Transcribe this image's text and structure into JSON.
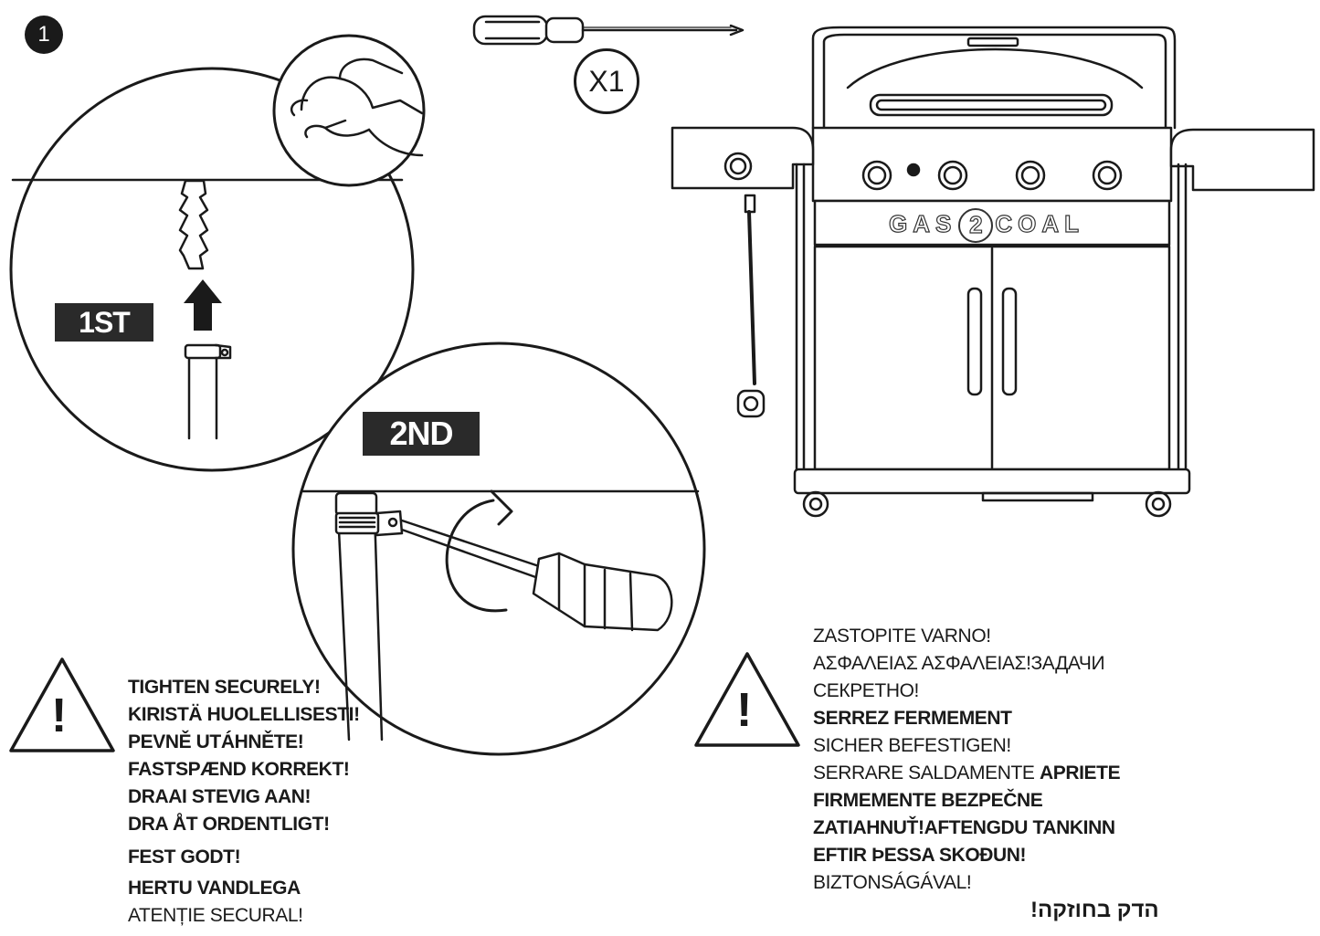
{
  "step": {
    "number": "1"
  },
  "tool": {
    "name": "screwdriver-icon",
    "quantity": "X1"
  },
  "detail": {
    "first_label": "1ST",
    "second_label": "2ND"
  },
  "grill": {
    "brand": {
      "left": "GAS",
      "mid": "2",
      "right": "COAL"
    }
  },
  "warnings_left": [
    {
      "text": "TIGHTEN SECURELY!",
      "weight": "bold"
    },
    {
      "text": "KIRISTÄ HUOLELLISESTI!",
      "weight": "bold"
    },
    {
      "text": "PEVNĚ UTÁHNĚTE!",
      "weight": "bold"
    },
    {
      "text": "FASTSPÆND KORREKT!",
      "weight": "bold"
    },
    {
      "text": "DRAAI STEVIG AAN!",
      "weight": "bold"
    },
    {
      "text": "DRA ÅT ORDENTLIGT!",
      "weight": "bold"
    },
    {
      "text": "FEST GODT!",
      "weight": "bold"
    },
    {
      "text": "HERTU VANDLEGA",
      "weight": "bold"
    },
    {
      "text": "ATENȚIE SECURAL!",
      "weight": "normal"
    }
  ],
  "warnings_right": {
    "line1": "ZASTOPITE VARNO!",
    "line2": "ΑΣΦΑΛΕΙΑΣ ΑΣΦΑΛΕΙΑΣ!ЗАДАЧИ",
    "line3": "СЕКРЕТНО!",
    "line4": "SERREZ FERMEMENT",
    "line5": "SICHER BEFESTIGEN!",
    "line6a": "SERRARE  SALDAMENTE ",
    "line6b": "APRIETE",
    "line7": "FIRMEMENTE BEZPEČNE",
    "line8": "ZATIAHNUŤ!AFTENGDU TANKINN",
    "line9": "EFTIR ÞESSA SKOÐUN!",
    "line10": "BIZTONSÁGÁVAL!",
    "hebrew": "הדק בחוזקה!"
  }
}
